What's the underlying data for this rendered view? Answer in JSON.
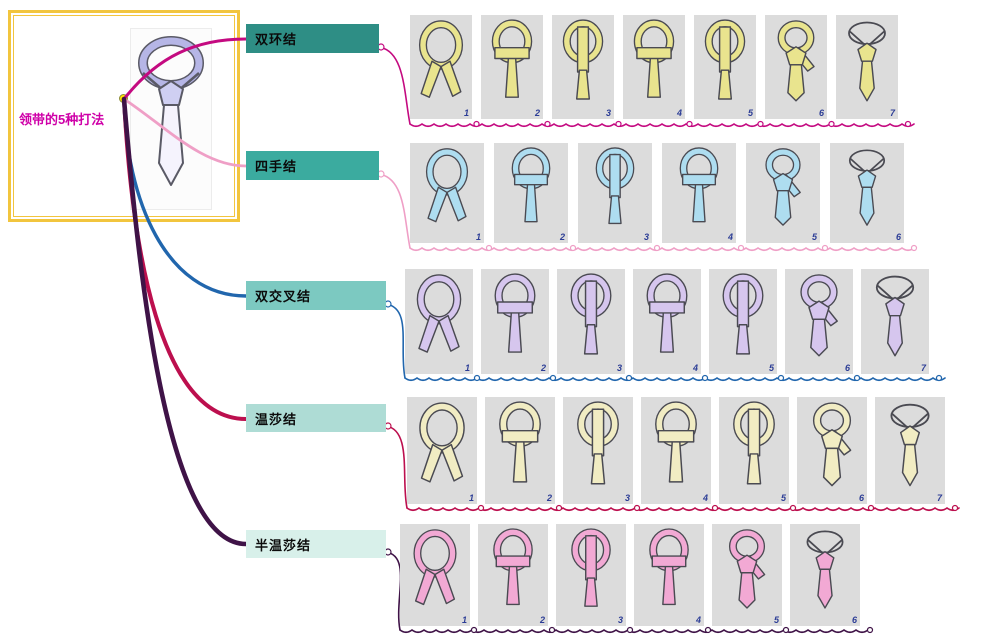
{
  "root": {
    "label": "领带的5种打法",
    "label_color": "#cf00a8",
    "border_color": "#f2c53e",
    "handle_color": "#ffe400"
  },
  "style": {
    "card_bg": "#dcdcdc",
    "step_number_color": "#2c3d96"
  },
  "branches": [
    {
      "label": "双环结",
      "box_bg": "#2e8e85",
      "line_color": "#c40a80",
      "tie_color": "#e9e48e",
      "steps": [
        "1",
        "2",
        "3",
        "4",
        "5",
        "6",
        "7"
      ]
    },
    {
      "label": "四手结",
      "box_bg": "#3bab9f",
      "line_color": "#ef9fc6",
      "tie_color": "#aeddf0",
      "steps": [
        "1",
        "2",
        "3",
        "4",
        "5",
        "6"
      ]
    },
    {
      "label": "双交叉结",
      "box_bg": "#7cc9c1",
      "line_color": "#2166ad",
      "tie_color": "#d6c6ee",
      "steps": [
        "1",
        "2",
        "3",
        "4",
        "5",
        "6",
        "7"
      ]
    },
    {
      "label": "温莎结",
      "box_bg": "#aedcd5",
      "line_color": "#bc0f4e",
      "tie_color": "#f1ecc3",
      "steps": [
        "1",
        "2",
        "3",
        "4",
        "5",
        "6",
        "7"
      ]
    },
    {
      "label": "半温莎结",
      "box_bg": "#d8f0ea",
      "line_color": "#3f1347",
      "tie_color": "#f2a9d4",
      "steps": [
        "1",
        "2",
        "3",
        "4",
        "5",
        "6"
      ]
    }
  ]
}
